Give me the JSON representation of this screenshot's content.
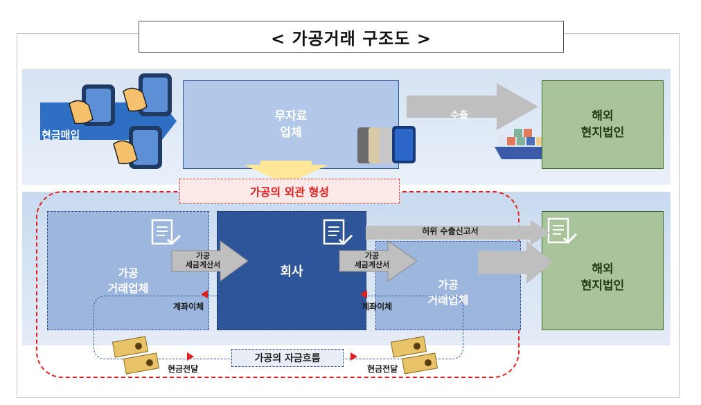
{
  "title": "< 가공거래 구조도 >",
  "top": {
    "cash_purchase": "현금매입",
    "nomaterial_vendor_line1": "무자료",
    "nomaterial_vendor_line2": "업체",
    "export": "수출",
    "overseas_line1": "해외",
    "overseas_line2": "현지법인"
  },
  "formation_label": "가공의 외관 형성",
  "bottom": {
    "left_vendor_line1": "가공",
    "left_vendor_line2": "거래업체",
    "invoice1_line1": "가공",
    "invoice1_line2": "세금계산서",
    "company": "회사",
    "invoice2_line1": "가공",
    "invoice2_line2": "세금계산서",
    "right_vendor_line1": "가공",
    "right_vendor_line2": "거래업체",
    "false_export": "허위 수출신고서",
    "overseas_line1": "해외",
    "overseas_line2": "현지법인",
    "transfer_left": "계좌이체",
    "transfer_right": "계좌이체",
    "cash_left": "현금전달",
    "cash_right": "현금전달",
    "fund_flow": "가공의 자금흐름"
  },
  "colors": {
    "accent_blue": "#2e5597",
    "light_blue": "#9cb6de",
    "green": "#a9c39a",
    "red_dashed": "#e02020",
    "gray_arrow": "#bfbfbf"
  },
  "icons": [
    "phone-hand-icon",
    "smartphones-icon",
    "cargo-ship-icon",
    "document-check-icon",
    "cash-bundle-icon"
  ]
}
